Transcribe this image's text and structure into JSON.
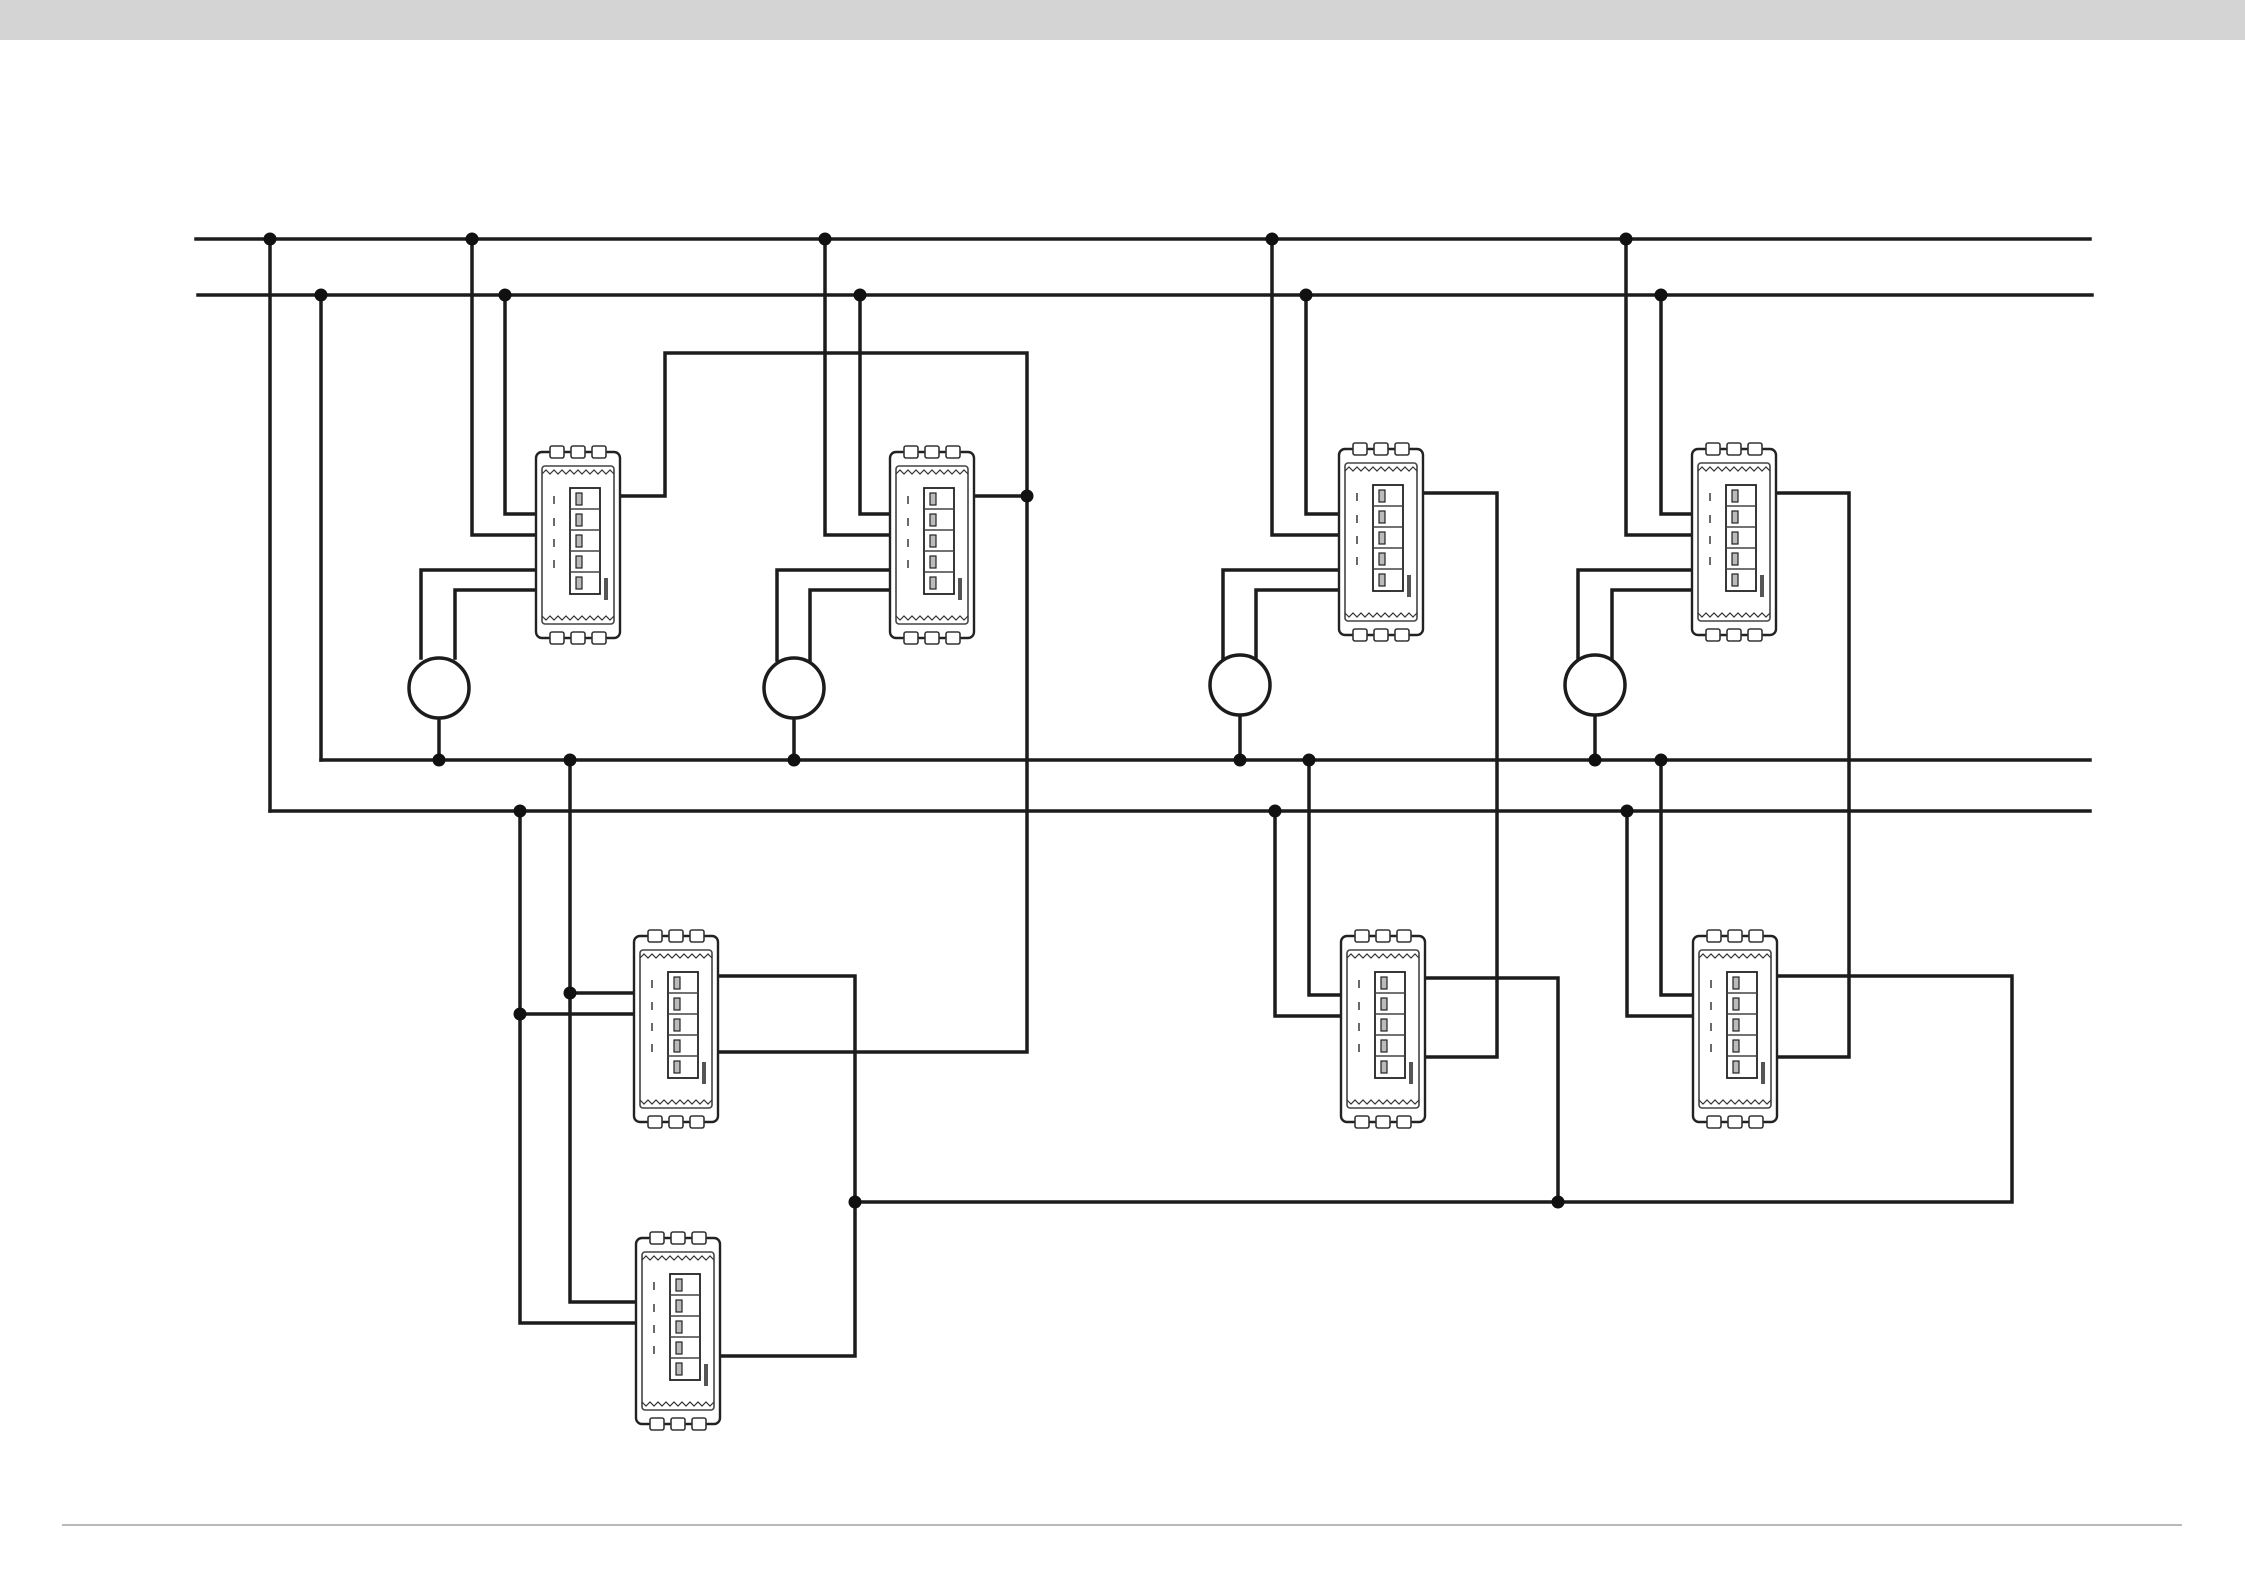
{
  "diagram": {
    "description_visible": false,
    "components": {
      "upper_devices": [
        "upper-device-1",
        "upper-device-2",
        "upper-device-3",
        "upper-device-4"
      ],
      "lower_devices": [
        "lower-device-1",
        "lower-device-2",
        "lower-device-3",
        "lower-device-4"
      ],
      "lamps": [
        "lamp-1",
        "lamp-2",
        "lamp-3",
        "lamp-4"
      ]
    },
    "colors": {
      "wire": "#1c1c1c",
      "top_bar": "#d4d4d4",
      "footer_rule": "#b9b9b9"
    }
  }
}
